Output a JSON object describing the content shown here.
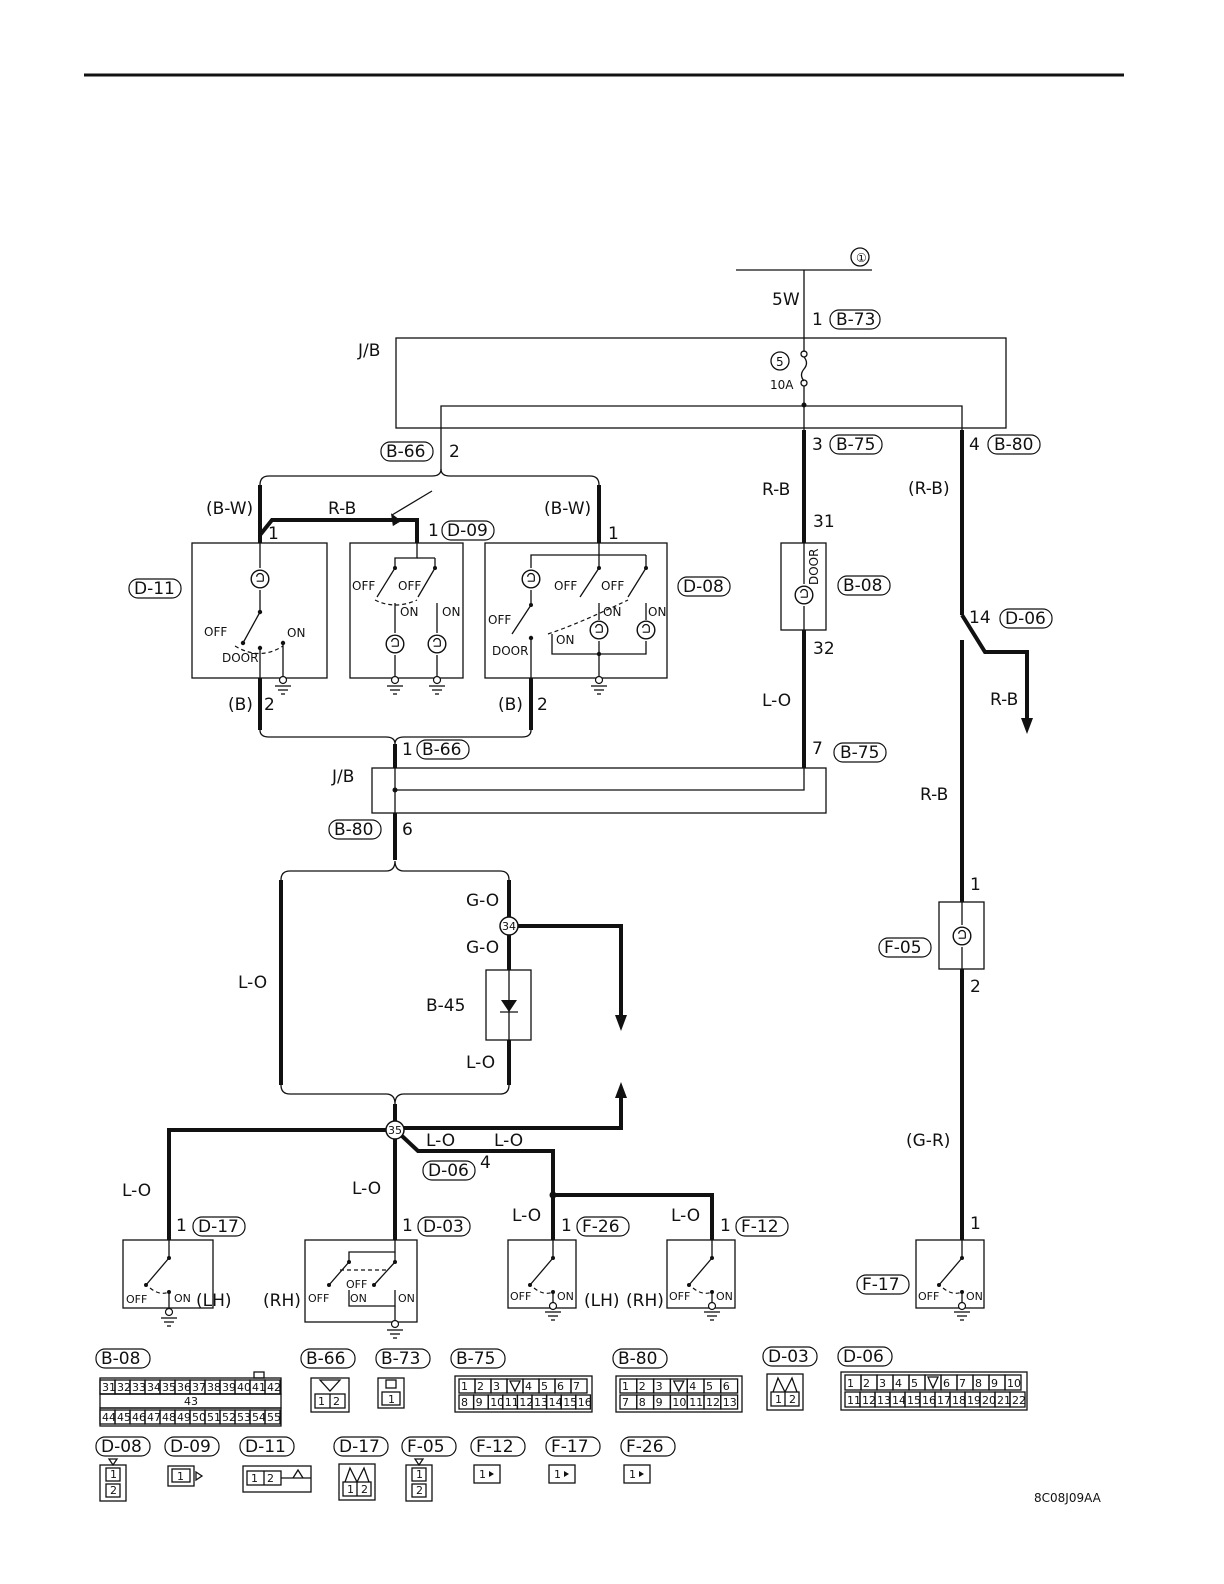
{
  "figure_code": "8C08J09AA",
  "source_ref": "①",
  "wire_5w": "5W",
  "jb_label": "J/B",
  "fuse": {
    "number": "5",
    "rating": "10A"
  },
  "connectors": {
    "b73": "B-73",
    "b66": "B-66",
    "b75": "B-75",
    "b80": "B-80",
    "d09": "D-09",
    "d11": "D-11",
    "d08": "D-08",
    "b08": "B-08",
    "d06": "D-06",
    "f05": "F-05",
    "d17": "D-17",
    "d03": "D-03",
    "f26": "F-26",
    "f12": "F-12",
    "f17": "F-17"
  },
  "pins": {
    "p1": "1",
    "p2": "2",
    "p3": "3",
    "p4": "4",
    "p6": "6",
    "p7": "7",
    "p14": "14",
    "p31": "31",
    "p32": "32"
  },
  "wires": {
    "bw": "(B-W)",
    "rb": "R-B",
    "rb_paren": "(R-B)",
    "b_paren": "(B)",
    "lo": "L-O",
    "go": "G-O",
    "gr_paren": "(G-R)"
  },
  "components": {
    "diode": "B-45",
    "door": "DOOR",
    "off": "OFF",
    "on": "ON",
    "lh": "(LH)",
    "rh": "(RH)"
  },
  "junctions": {
    "j34": "34",
    "j35": "35"
  },
  "legend_row1": [
    "B-08",
    "B-66",
    "B-73",
    "B-75",
    "B-80",
    "D-03",
    "D-06"
  ],
  "legend_row2": [
    "D-08",
    "D-09",
    "D-11",
    "D-17",
    "F-05",
    "F-12",
    "F-17",
    "F-26"
  ],
  "b08_pins": {
    "row1": [
      "31",
      "32",
      "33",
      "34",
      "35",
      "36",
      "37",
      "38",
      "39",
      "40",
      "41",
      "42"
    ],
    "mid": "43",
    "row2": [
      "44",
      "45",
      "46",
      "47",
      "48",
      "49",
      "50",
      "51",
      "52",
      "53",
      "54",
      "55"
    ]
  },
  "b75_pins": {
    "row1": [
      "1",
      "2",
      "3",
      "",
      "4",
      "5",
      "6",
      "7"
    ],
    "row2": [
      "8",
      "9",
      "10",
      "11",
      "12",
      "13",
      "14",
      "15",
      "16"
    ]
  },
  "b80_pins": {
    "row1": [
      "1",
      "2",
      "3",
      "",
      "4",
      "5",
      "6"
    ],
    "row2": [
      "7",
      "8",
      "9",
      "10",
      "11",
      "12",
      "13"
    ]
  },
  "d06_pins": {
    "row1": [
      "1",
      "2",
      "3",
      "4",
      "5",
      "",
      "6",
      "7",
      "8",
      "9",
      "10"
    ],
    "row2": [
      "11",
      "12",
      "13",
      "14",
      "15",
      "16",
      "17",
      "18",
      "19",
      "20",
      "21",
      "22"
    ]
  }
}
